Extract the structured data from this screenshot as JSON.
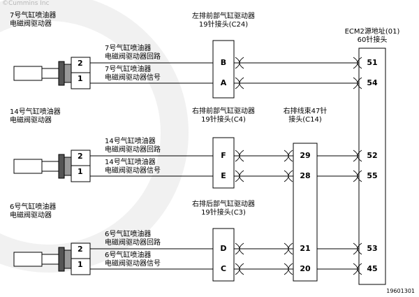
{
  "watermark": "©Cummins Inc",
  "figure_id": "19601301",
  "ecm": {
    "title_line1": "ECM2源地址(01)",
    "title_line2": "60针接头"
  },
  "harness": {
    "label_line1": "右排线束47针",
    "label_line2": "接头(C14)"
  },
  "connectors": [
    {
      "label_line1": "左排前部气缸驱动器",
      "label_line2": "19针接头(C24)"
    },
    {
      "label_line1": "右排前部气缸驱动器",
      "label_line2": "19针接头(C4)"
    },
    {
      "label_line1": "右排后部气缸驱动器",
      "label_line2": "19针接头(C3)"
    }
  ],
  "injectors": [
    {
      "title_line1": "7号气缸喷油器",
      "title_line2": "电磁阀驱动器",
      "wire_top_1": "7号气缸喷油器",
      "wire_top_2": "电磁阀驱动器回路",
      "wire_bot_1": "7号气缸喷油器",
      "wire_bot_2": "电磁阀驱动器信号",
      "pin_top": "2",
      "pin_bot": "1",
      "conn_top": "B",
      "conn_bot": "A",
      "harness_top": "",
      "harness_bot": "",
      "ecm_top": "51",
      "ecm_bot": "54"
    },
    {
      "title_line1": "14号气缸喷油器",
      "title_line2": "电磁阀驱动器",
      "wire_top_1": "14号气缸喷油器",
      "wire_top_2": "电磁阀驱动器回路",
      "wire_bot_1": "14号气缸喷油器",
      "wire_bot_2": "电磁阀驱动器信号",
      "pin_top": "2",
      "pin_bot": "1",
      "conn_top": "F",
      "conn_bot": "E",
      "harness_top": "29",
      "harness_bot": "28",
      "ecm_top": "52",
      "ecm_bot": "55"
    },
    {
      "title_line1": "6号气缸喷油器",
      "title_line2": "电磁阀驱动器",
      "wire_top_1": "6号气缸喷油器",
      "wire_top_2": "电磁阀驱动器回路",
      "wire_bot_1": "6号气缸喷油器",
      "wire_bot_2": "电磁阀驱动器信号",
      "pin_top": "2",
      "pin_bot": "1",
      "conn_top": "D",
      "conn_bot": "C",
      "harness_top": "21",
      "harness_bot": "20",
      "ecm_top": "53",
      "ecm_bot": "45"
    }
  ]
}
